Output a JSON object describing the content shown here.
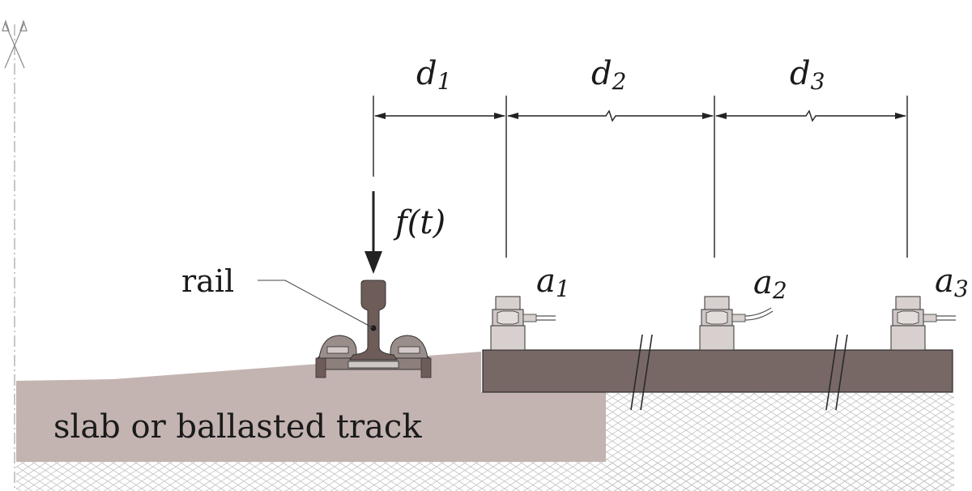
{
  "labels": {
    "rail": "rail",
    "track": "slab or ballasted track",
    "force": "f(t)"
  },
  "dimensions": [
    {
      "letter": "d",
      "sub": "1"
    },
    {
      "letter": "d",
      "sub": "2"
    },
    {
      "letter": "d",
      "sub": "3"
    }
  ],
  "sensors": [
    {
      "letter": "a",
      "sub": "1"
    },
    {
      "letter": "a",
      "sub": "2"
    },
    {
      "letter": "a",
      "sub": "3"
    }
  ],
  "colors": {
    "track_fill": "#c3b4b1",
    "slab_fill": "#776866",
    "rail_fill": "#6e5c58",
    "sensor_fill": "#d8d0ce",
    "line": "#222222",
    "soil_hatch": "#bdbdbd"
  },
  "icons": {
    "symmetry": "symmetry-axis-icon",
    "force": "force-arrow-icon",
    "sensor": "accelerometer-icon"
  }
}
